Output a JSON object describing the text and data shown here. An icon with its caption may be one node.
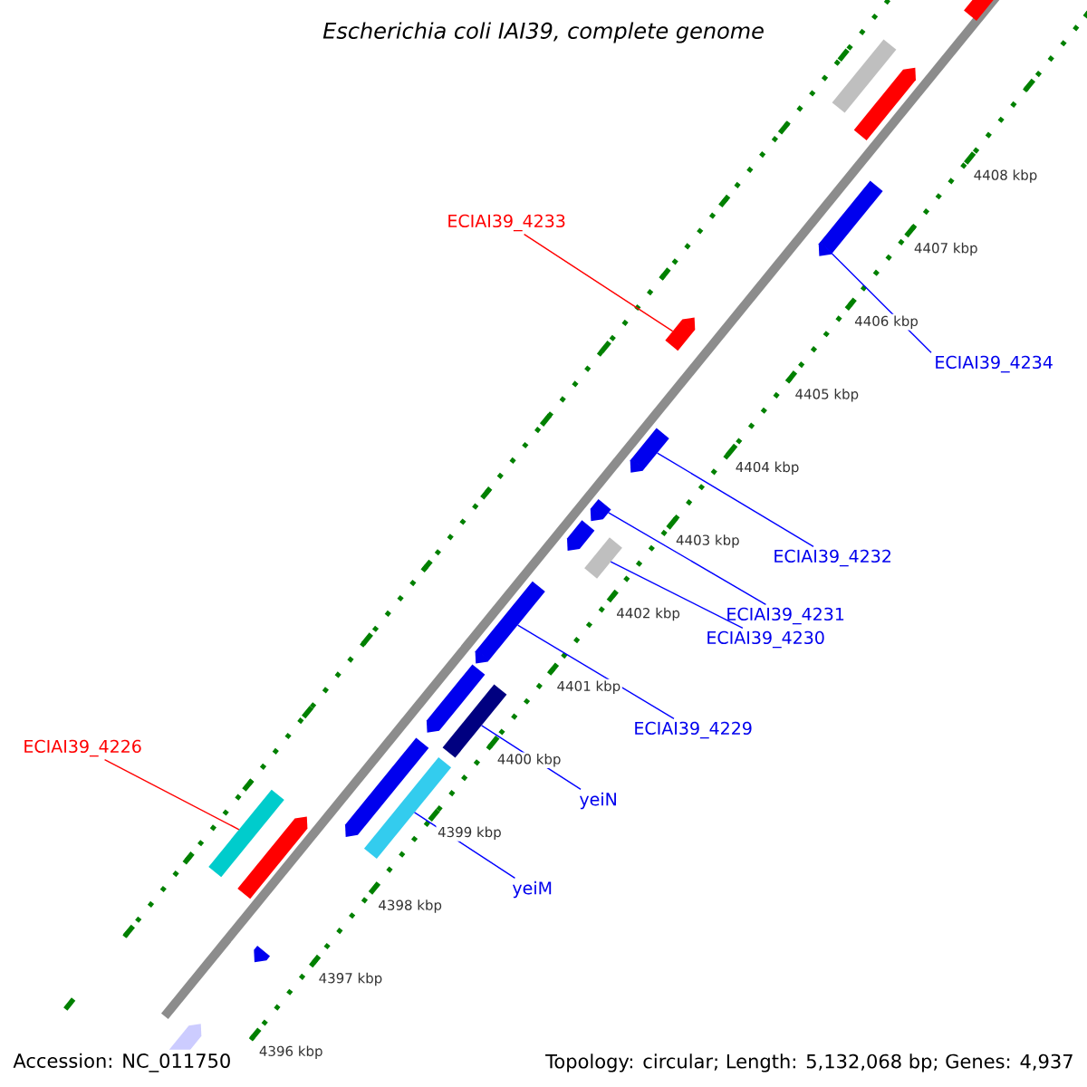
{
  "diagram": {
    "title": "Escherichia coli IAI39, complete genome",
    "nodes": [
      {
        "text": [
          "ECIAI39_4233"
        ]
      },
      {
        "text": [],
        "shape": "arrow"
      },
      {
        "text": [
          "ECIAI39_4234"
        ]
      },
      {
        "text": [],
        "shape": "arrow"
      },
      {
        "text": [
          "ECIAI39_4232"
        ]
      },
      {
        "text": [],
        "shape": "arrow"
      },
      {
        "text": [
          "ECIAI39_4231"
        ]
      },
      {
        "text": [],
        "shape": "arrow"
      },
      {
        "text": [
          "ECIAI39_4230"
        ]
      },
      {
        "text": [],
        "shape": "bar"
      },
      {
        "text": [
          "ECIAI39_4229"
        ]
      },
      {
        "text": [],
        "shape": "arrow"
      },
      {
        "text": [
          "yeiN"
        ]
      },
      {
        "text": [],
        "shape": "bar"
      },
      {
        "text": [
          "yeiM"
        ]
      },
      {
        "text": [],
        "shape": "bar"
      },
      {
        "text": [
          "ECIAI39_4226"
        ]
      },
      {
        "text": [],
        "shape": "bar"
      }
    ],
    "edges": [
      {
        "from": 0,
        "to": 1,
        "arrow": "none",
        "color": "#ff0000"
      },
      {
        "from": 2,
        "to": 3,
        "arrow": "none"
      },
      {
        "from": 4,
        "to": 5,
        "arrow": "none"
      },
      {
        "from": 6,
        "to": 7,
        "arrow": "none"
      },
      {
        "from": 8,
        "to": 9,
        "arrow": "none"
      },
      {
        "from": 10,
        "to": 11,
        "arrow": "none"
      },
      {
        "from": 12,
        "to": 13,
        "arrow": "none"
      },
      {
        "from": 14,
        "to": 15,
        "arrow": "none"
      },
      {
        "from": 16,
        "to": 17,
        "arrow": "none",
        "color": "#ff0000"
      }
    ],
    "labels": [
      "4408 kbp",
      "4407 kbp",
      "4406 kbp",
      "4405 kbp",
      "4404 kbp",
      "4403 kbp",
      "4402 kbp",
      "4401 kbp",
      "4400 kbp",
      "4399 kbp",
      "4398 kbp",
      "4397 kbp",
      "4396 kbp",
      "Accession: NC_011750",
      "Topology: circular; Length: 5,132,068 bp; Genes: 4,937"
    ]
  }
}
